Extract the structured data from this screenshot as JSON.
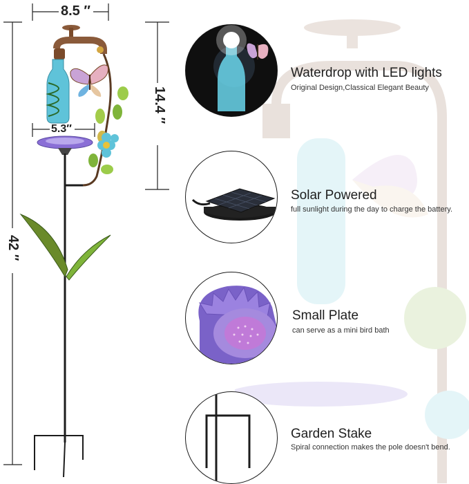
{
  "dimensions": {
    "width_label": "8.5 ″",
    "height_label": "14.4 ″",
    "plate_label": "5.3″",
    "total_label": "42 ″"
  },
  "features": [
    {
      "title": "Waterdrop with LED lights",
      "subtitle": "Original Design,Classical Elegant Beauty",
      "icon": "led-bottle-icon"
    },
    {
      "title": "Solar Powered",
      "subtitle": "full sunlight during the day to charge the battery.",
      "icon": "solar-panel-icon"
    },
    {
      "title": "Small Plate",
      "subtitle": "can serve as a mini bird bath",
      "icon": "bird-bath-plate-icon"
    },
    {
      "title": "Garden Stake",
      "subtitle": "Spiral connection makes the pole doesn't bend.",
      "icon": "garden-stake-icon"
    }
  ],
  "colors": {
    "bronze": "#8a5a3a",
    "blue_glass": "#5fc3d9",
    "purple_plate": "#8a6fd6",
    "leaf_green": "#7fb43a",
    "stake_black": "#1c1c1c"
  }
}
